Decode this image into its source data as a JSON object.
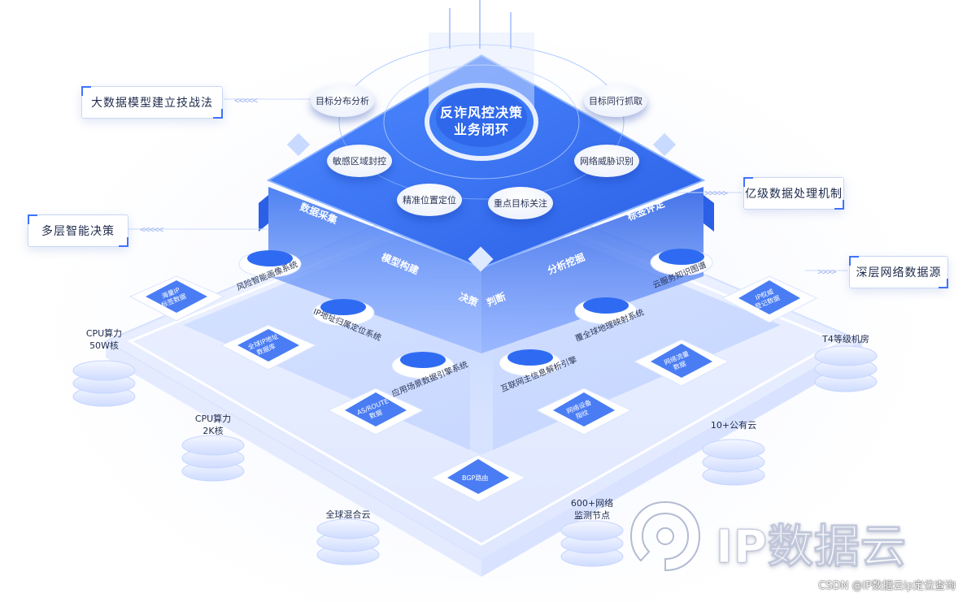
{
  "core": {
    "line1": "反诈风控决策",
    "line2": "业务闭环"
  },
  "callouts": {
    "model": "大数据模型建立技战法",
    "decision": "多层智能决策",
    "processing": "亿级数据处理机制",
    "network": "深层网络数据源"
  },
  "pills": {
    "target_distribution": "目标分布分析",
    "target_capture": "目标同行抓取",
    "sensitive_area": "敏感区域封控",
    "threat_detection": "网络威胁识别",
    "precise_location": "精准位置定位",
    "key_target": "重点目标关注"
  },
  "side_labels": {
    "data_collection": "数据采集",
    "model_build": "模型构建",
    "decision": "决策",
    "judgement": "判断",
    "analysis": "分析挖掘",
    "tag_rating": "标签评定"
  },
  "rings": {
    "profile": "风险智能画像系统",
    "ip_location": "IP地址归属定位系统",
    "cloud_graph": "云服务知识图谱",
    "global_mapping": "覆全球地理映射系统",
    "scene_engine": "应用场景数据引擎系统",
    "asset_engine": "互联网主信息解析引擎"
  },
  "tiles": {
    "t1": "海量IP\n标签数据",
    "t2": "全球IP地址\n数据库",
    "t3": "AS/ROUTE\n数据",
    "t4": "BGP路由",
    "t5": "网络设备\n指纹",
    "t6": "网络流量\n数据",
    "t7": "IP权威\n登记数据"
  },
  "databases": {
    "cpu_50w": "CPU算力\n50W核",
    "cpu_2k": "CPU算力\n2K核",
    "hybrid_cloud": "全球混合云",
    "nodes_600": "600+网络\n监测节点",
    "public_cloud": "10+公有云",
    "t4_room": "T4等级机房"
  },
  "watermark": {
    "brand": "IP数据云",
    "credit": "CSDN @IP数据云ip定位查询"
  },
  "colors": {
    "primary": "#2f6bf2",
    "deep": "#1a4fd6",
    "light": "#7fa6ff",
    "accent": "#3f73ff"
  }
}
